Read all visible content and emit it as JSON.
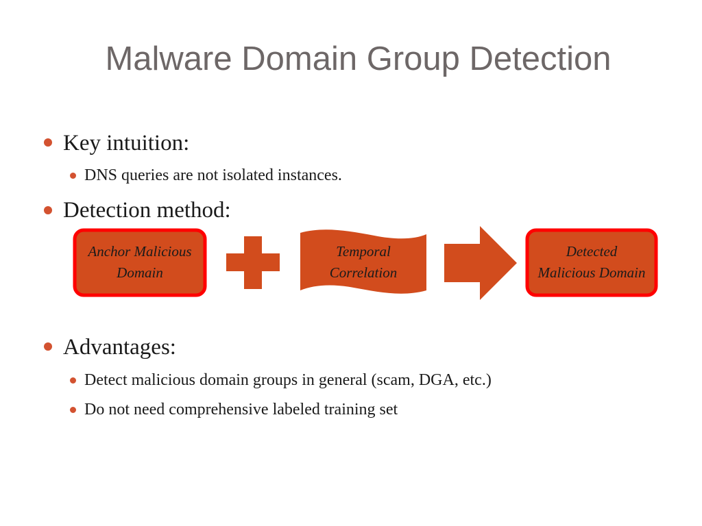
{
  "slide": {
    "title": "Malware Domain Group Detection",
    "bullets": {
      "key_intuition": "Key intuition:",
      "key_intuition_sub": "DNS queries are not isolated instances.",
      "detection_method": "Detection method:",
      "advantages": "Advantages:",
      "advantages_sub_1": "Detect malicious domain groups in general (scam, DGA, etc.)",
      "advantages_sub_2": "Do not need comprehensive labeled training set"
    },
    "diagram": {
      "anchor_line1": "Anchor Malicious",
      "anchor_line2": "Domain",
      "temporal_line1": "Temporal",
      "temporal_line2": "Correlation",
      "detected_line1": "Detected",
      "detected_line2": "Malicious Domain",
      "plus_icon": "plus-icon",
      "arrow_icon": "right-arrow-icon"
    },
    "colors": {
      "title": "#6d6767",
      "bullet": "#d35230",
      "shape_fill": "#d24c1d",
      "shape_border": "#ff0000",
      "text": "#1a1a1a"
    }
  }
}
